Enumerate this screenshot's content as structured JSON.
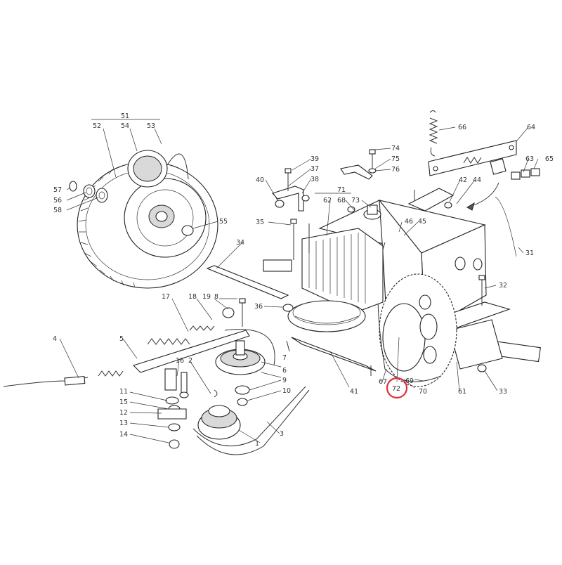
{
  "highlight": {
    "label": "72",
    "color": "#e0303a"
  },
  "labels": [
    {
      "id": "l1",
      "text": "1"
    },
    {
      "id": "l2",
      "text": "2"
    },
    {
      "id": "l3",
      "text": "3"
    },
    {
      "id": "l4",
      "text": "4"
    },
    {
      "id": "l5",
      "text": "5"
    },
    {
      "id": "l6",
      "text": "6"
    },
    {
      "id": "l7",
      "text": "7"
    },
    {
      "id": "l8",
      "text": "8"
    },
    {
      "id": "l9",
      "text": "9"
    },
    {
      "id": "l10",
      "text": "10"
    },
    {
      "id": "l11",
      "text": "11"
    },
    {
      "id": "l12",
      "text": "12"
    },
    {
      "id": "l13",
      "text": "13"
    },
    {
      "id": "l14",
      "text": "14"
    },
    {
      "id": "l15",
      "text": "15"
    },
    {
      "id": "l16",
      "text": "16"
    },
    {
      "id": "l17",
      "text": "17"
    },
    {
      "id": "l18",
      "text": "18"
    },
    {
      "id": "l19",
      "text": "19"
    },
    {
      "id": "l31",
      "text": "31"
    },
    {
      "id": "l32",
      "text": "32"
    },
    {
      "id": "l33",
      "text": "33"
    },
    {
      "id": "l34",
      "text": "34"
    },
    {
      "id": "l35",
      "text": "35"
    },
    {
      "id": "l36",
      "text": "36"
    },
    {
      "id": "l37",
      "text": "37"
    },
    {
      "id": "l38",
      "text": "38"
    },
    {
      "id": "l39",
      "text": "39"
    },
    {
      "id": "l40",
      "text": "40"
    },
    {
      "id": "l41",
      "text": "41"
    },
    {
      "id": "l42",
      "text": "42"
    },
    {
      "id": "l44",
      "text": "44"
    },
    {
      "id": "l45",
      "text": "45"
    },
    {
      "id": "l46",
      "text": "46"
    },
    {
      "id": "l51",
      "text": "51"
    },
    {
      "id": "l52",
      "text": "52"
    },
    {
      "id": "l53",
      "text": "53"
    },
    {
      "id": "l54",
      "text": "54"
    },
    {
      "id": "l55",
      "text": "55"
    },
    {
      "id": "l56",
      "text": "56"
    },
    {
      "id": "l57",
      "text": "57"
    },
    {
      "id": "l58",
      "text": "58"
    },
    {
      "id": "l61",
      "text": "61"
    },
    {
      "id": "l62",
      "text": "62"
    },
    {
      "id": "l63",
      "text": "63"
    },
    {
      "id": "l64",
      "text": "64"
    },
    {
      "id": "l65",
      "text": "65"
    },
    {
      "id": "l66",
      "text": "66"
    },
    {
      "id": "l67",
      "text": "67"
    },
    {
      "id": "l68",
      "text": "68"
    },
    {
      "id": "l69",
      "text": "69"
    },
    {
      "id": "l70",
      "text": "70"
    },
    {
      "id": "l71",
      "text": "71"
    },
    {
      "id": "l72",
      "text": "72"
    },
    {
      "id": "l73",
      "text": "73"
    },
    {
      "id": "l74",
      "text": "74"
    },
    {
      "id": "l75",
      "text": "75"
    },
    {
      "id": "l76",
      "text": "76"
    }
  ]
}
